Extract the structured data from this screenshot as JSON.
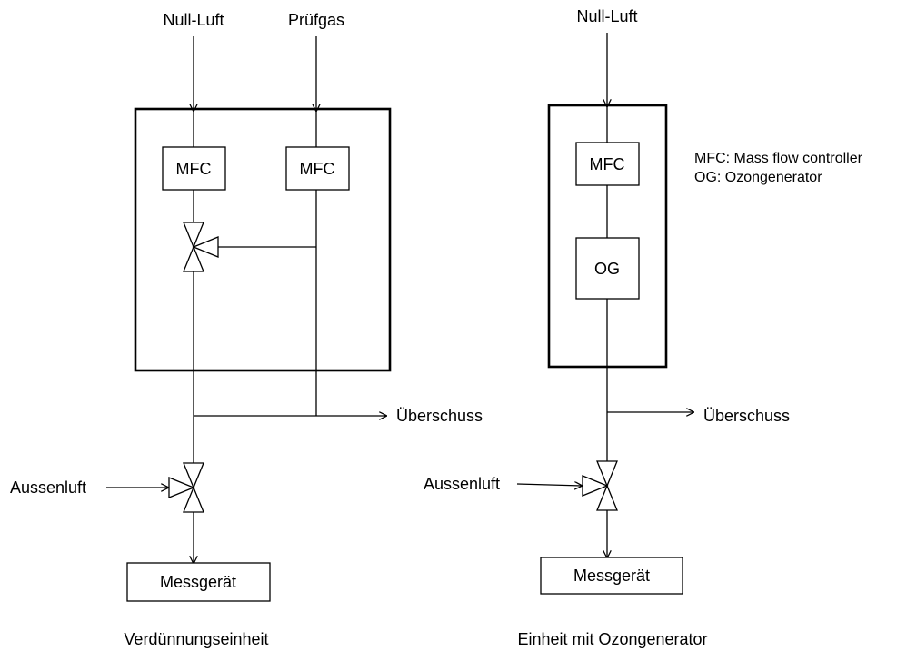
{
  "left_unit": {
    "input_1": "Null-Luft",
    "input_2": "Prüfgas",
    "mfc_1": "MFC",
    "mfc_2": "MFC",
    "excess": "Überschuss",
    "outside_air": "Aussenluft",
    "device": "Messgerät",
    "caption": "Verdünnungseinheit"
  },
  "right_unit": {
    "input_1": "Null-Luft",
    "mfc": "MFC",
    "og": "OG",
    "excess": "Überschuss",
    "outside_air": "Aussenluft",
    "device": "Messgerät",
    "caption": "Einheit mit Ozongenerator"
  },
  "legend": {
    "line_1": "MFC: Mass flow controller",
    "line_2": "OG: Ozongenerator"
  }
}
